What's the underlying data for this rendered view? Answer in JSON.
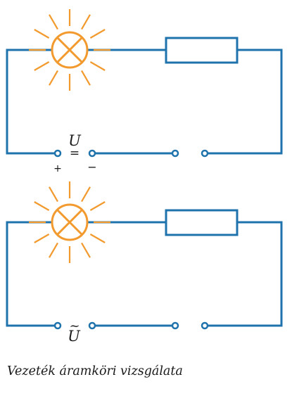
{
  "diagram": {
    "wire_color": "#1f73ad",
    "lamp_color": "#f29a2e",
    "dc_circuit": {
      "voltage_symbol": "U",
      "dc_symbol": "=",
      "plus_sign": "+",
      "minus_sign": "−"
    },
    "ac_circuit": {
      "voltage_symbol": "U",
      "ac_symbol": "~"
    }
  },
  "caption": "Vezeték áramköri vizsgálata"
}
